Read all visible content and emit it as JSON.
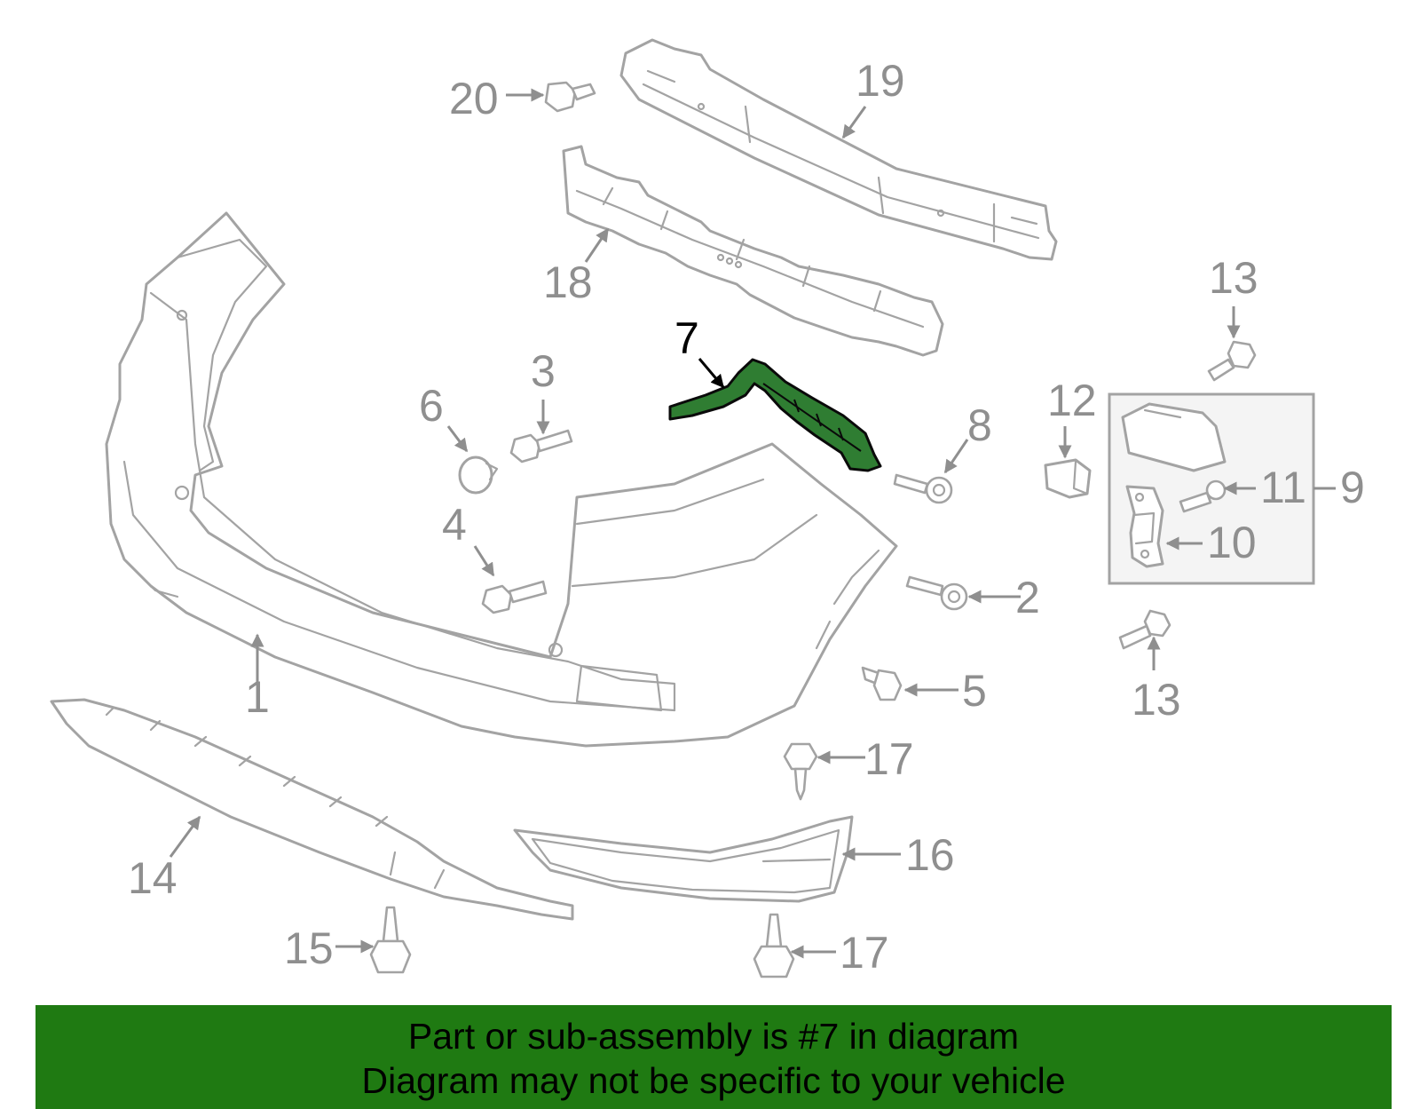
{
  "callouts": {
    "c1": "1",
    "c2": "2",
    "c3": "3",
    "c4": "4",
    "c5": "5",
    "c6": "6",
    "c7": "7",
    "c8": "8",
    "c9": "9",
    "c10": "10",
    "c11": "11",
    "c12": "12",
    "c13a": "13",
    "c13b": "13",
    "c14": "14",
    "c15": "15",
    "c16": "16",
    "c17a": "17",
    "c17b": "17",
    "c18": "18",
    "c19": "19",
    "c20": "20"
  },
  "highlighted_part": "7",
  "colors": {
    "highlight_fill": "#2f7d32",
    "line_gray": "#a3a3a3",
    "label_gray": "#8f8f8f",
    "banner_green": "#1f7a12"
  },
  "banner": {
    "line1": "Part or sub-assembly is #7 in diagram",
    "line2": "Diagram may not be specific to your vehicle"
  }
}
